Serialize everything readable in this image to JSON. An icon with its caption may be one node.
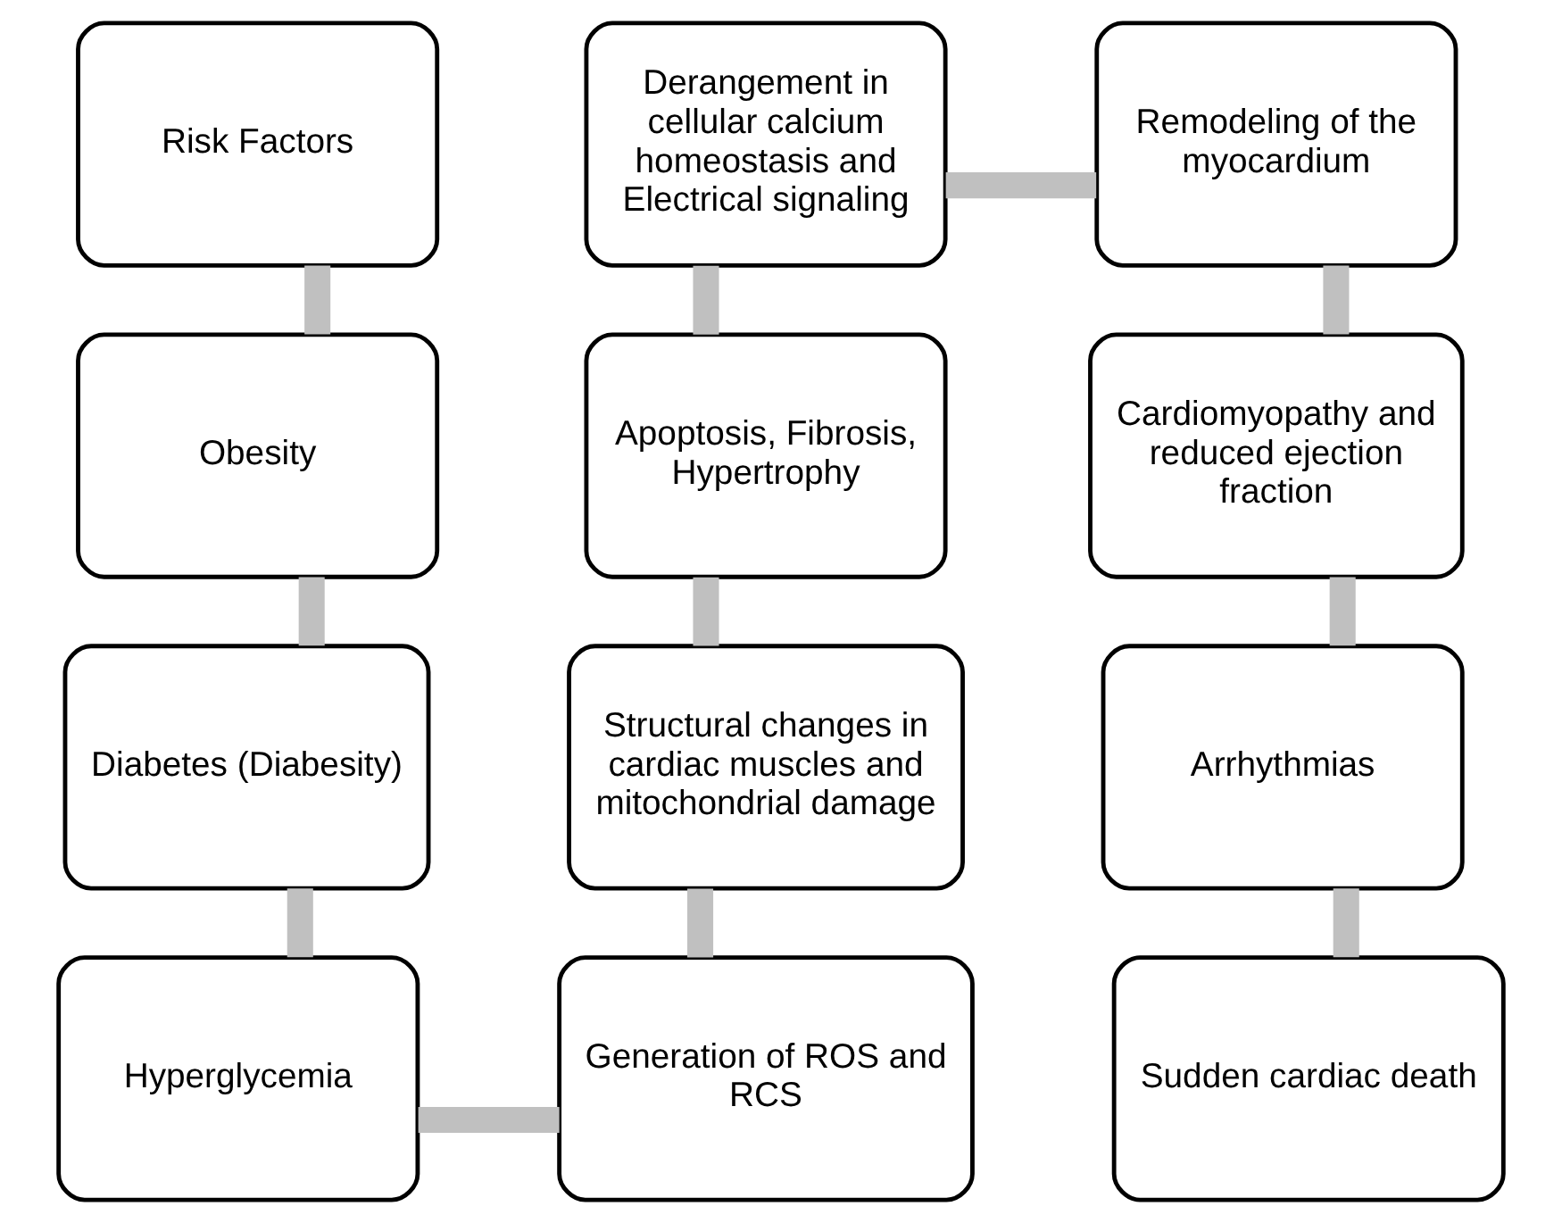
{
  "diagram": {
    "nodes": [
      {
        "text": [
          "Risk Factors"
        ]
      },
      {
        "text": [
          "Obesity"
        ]
      },
      {
        "text": [
          "Diabetes (Diabesity)"
        ]
      },
      {
        "text": [
          "Hyperglycemia"
        ]
      },
      {
        "text": [
          "Generation of ROS and RCS"
        ]
      },
      {
        "text": [
          "Structural changes in cardiac muscles and mitochondrial damage"
        ]
      },
      {
        "text": [
          "Apoptosis, Fibrosis, Hypertrophy"
        ]
      },
      {
        "text": [
          "Derangement in cellular calcium homeostasis and Electrical signaling"
        ]
      },
      {
        "text": [
          "Remodeling of the myocardium"
        ]
      },
      {
        "text": [
          "Cardiomyopathy and reduced ejection fraction"
        ]
      },
      {
        "text": [
          "Arrhythmias"
        ]
      },
      {
        "text": [
          "Sudden cardiac death"
        ]
      }
    ],
    "edges": [
      {
        "from": 0,
        "to": 1,
        "arrow": "none"
      },
      {
        "from": 1,
        "to": 2,
        "arrow": "none"
      },
      {
        "from": 2,
        "to": 3,
        "arrow": "none"
      },
      {
        "from": 3,
        "to": 4,
        "arrow": "none"
      },
      {
        "from": 4,
        "to": 5,
        "arrow": "none"
      },
      {
        "from": 5,
        "to": 6,
        "arrow": "none"
      },
      {
        "from": 6,
        "to": 7,
        "arrow": "none"
      },
      {
        "from": 7,
        "to": 8,
        "arrow": "none"
      },
      {
        "from": 8,
        "to": 9,
        "arrow": "none"
      },
      {
        "from": 9,
        "to": 10,
        "arrow": "none"
      },
      {
        "from": 10,
        "to": 11,
        "arrow": "none"
      }
    ]
  }
}
